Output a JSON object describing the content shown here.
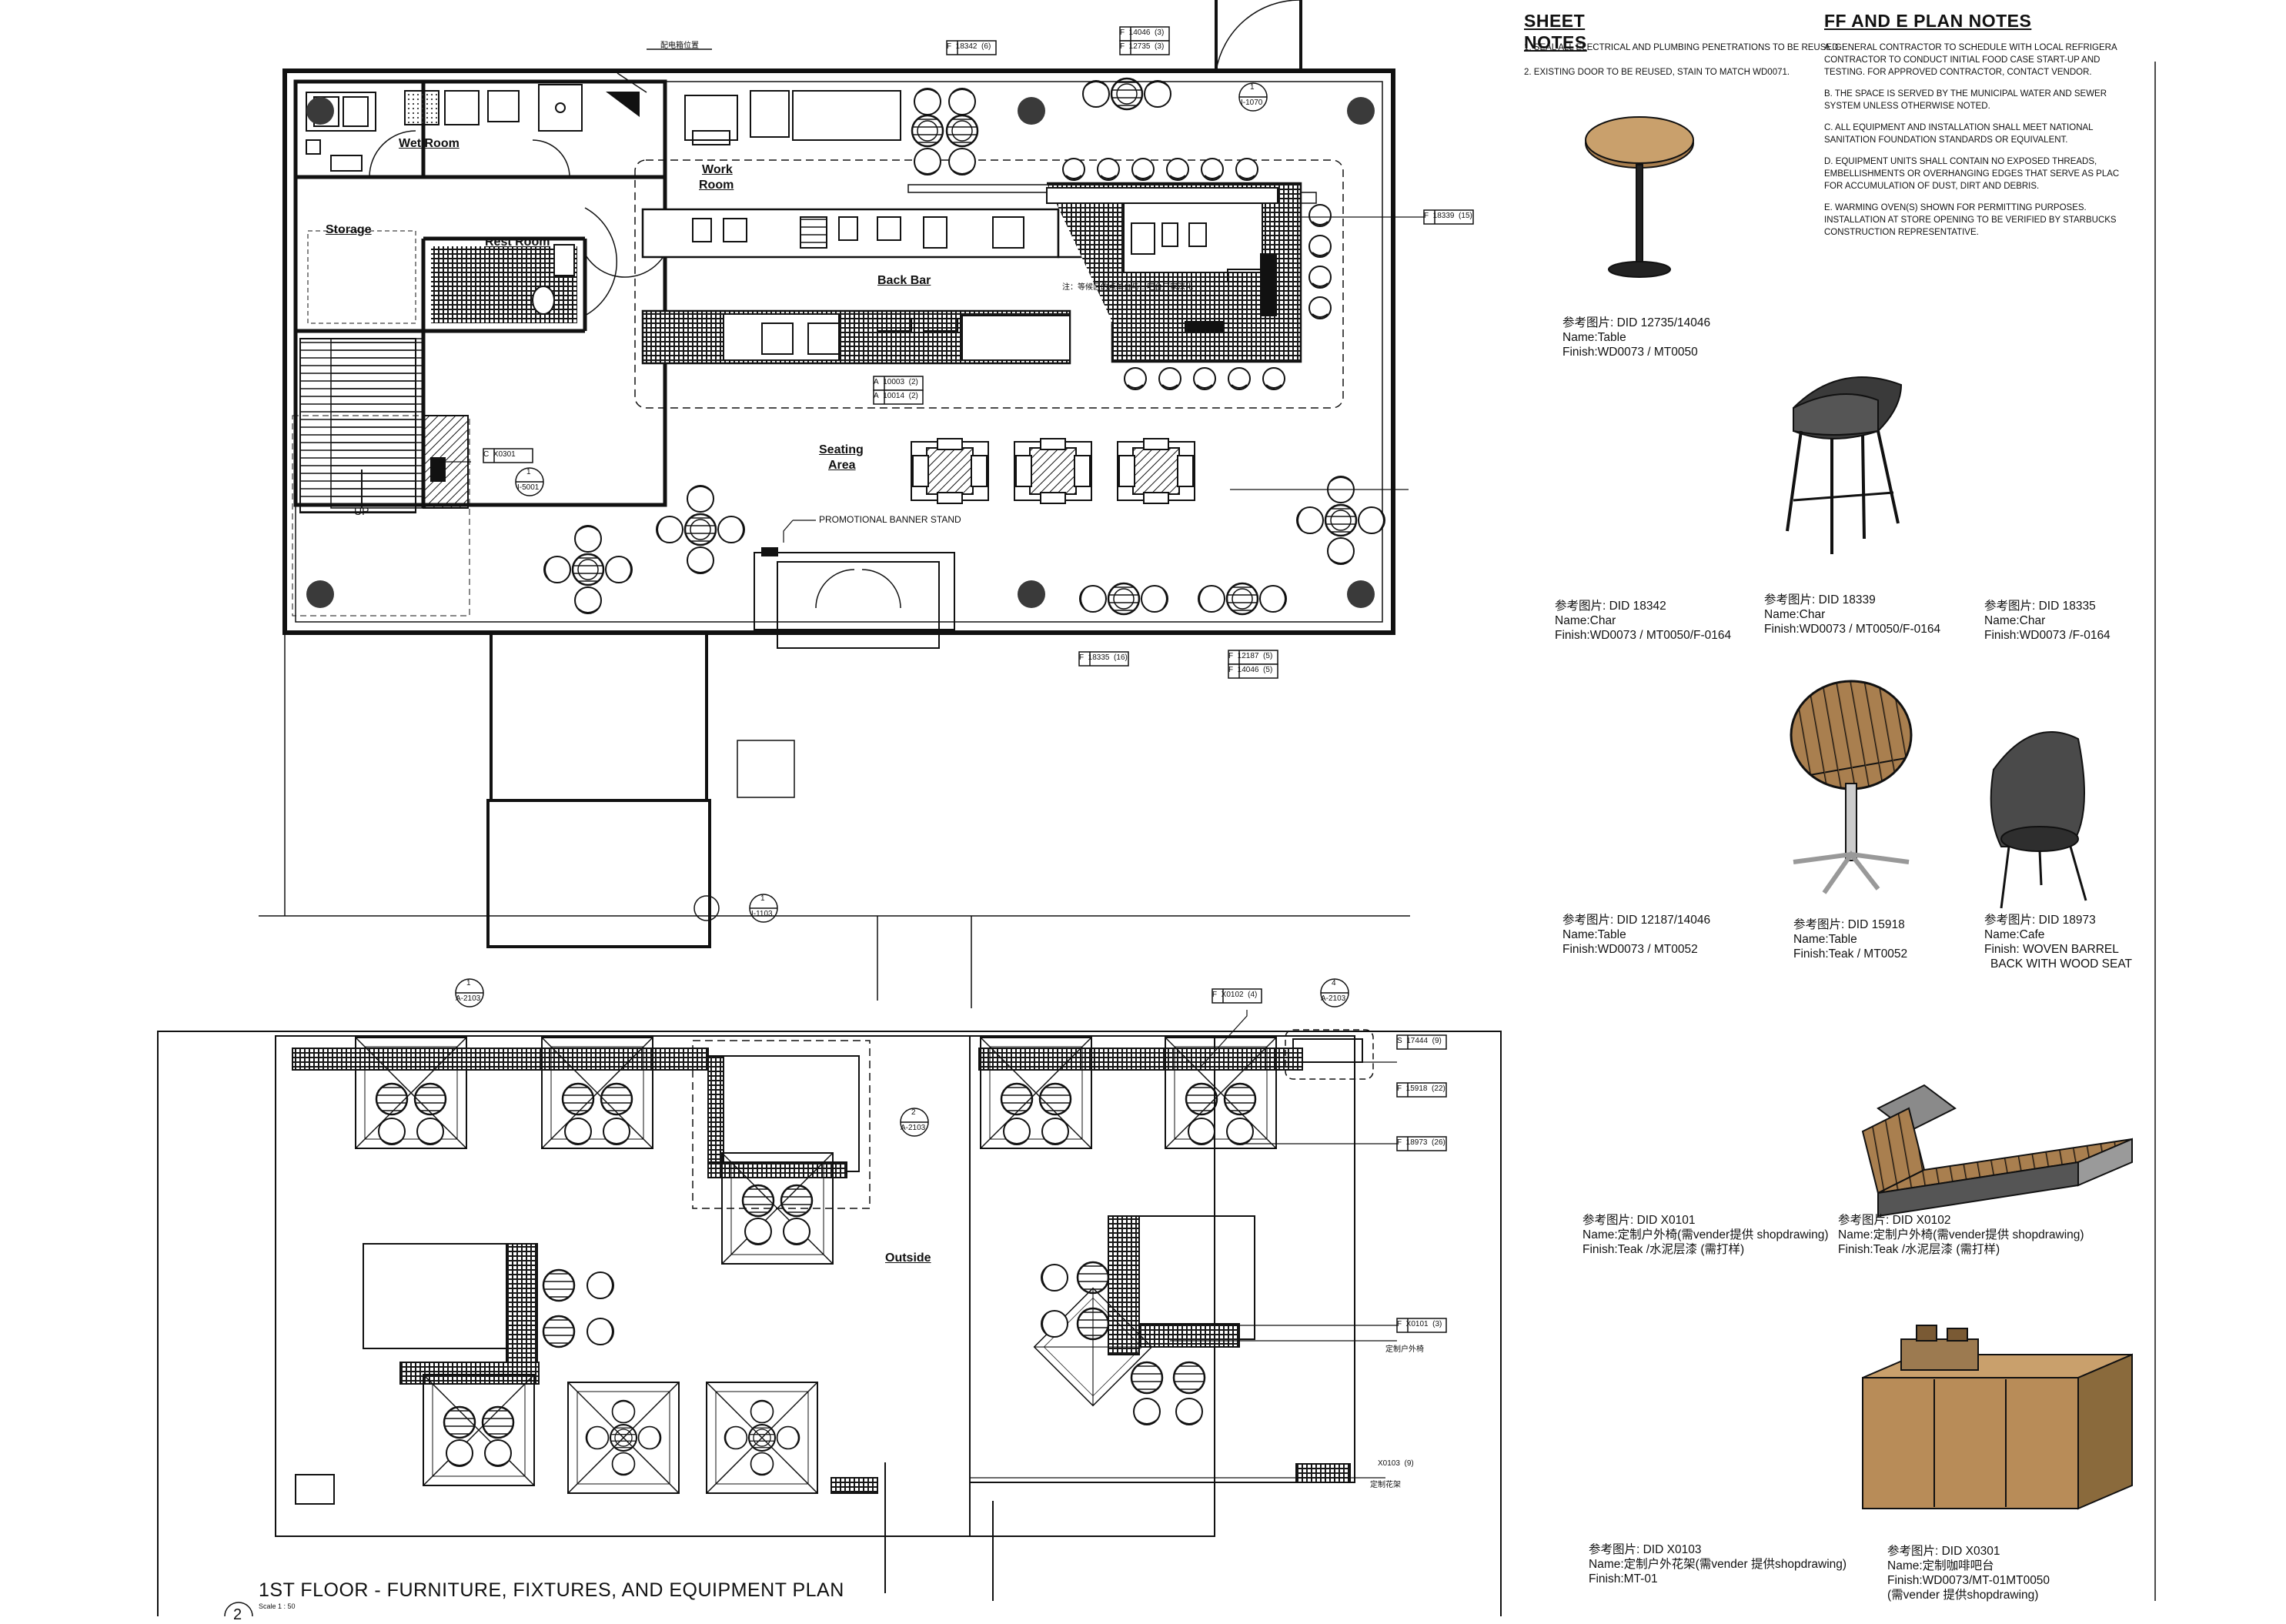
{
  "sheet_notes": {
    "heading_line1": "SHEET",
    "heading_line2": "NOTES",
    "items": [
      "1. SEAL ALL ELECTRICAL AND PLUMBING PENETRATIONS TO BE REUSED.",
      "2. EXISTING DOOR TO BE REUSED, STAIN TO MATCH WD0071."
    ]
  },
  "ffe_notes": {
    "heading": "FF AND E PLAN NOTES",
    "items": [
      [
        "A. GENERAL CONTRACTOR TO SCHEDULE WITH LOCAL REFRIGERA",
        "CONTRACTOR TO CONDUCT INITIAL FOOD CASE START-UP AND",
        "TESTING.  FOR APPROVED CONTRACTOR, CONTACT VENDOR."
      ],
      [
        "B. THE SPACE IS SERVED BY THE MUNICIPAL WATER AND SEWER",
        "SYSTEM UNLESS OTHERWISE NOTED."
      ],
      [
        "C. ALL EQUIPMENT AND INSTALLATION SHALL MEET NATIONAL",
        "SANITATION FOUNDATION STANDARDS OR EQUIVALENT."
      ],
      [
        "D. EQUIPMENT UNITS SHALL CONTAIN NO EXPOSED THREADS,",
        "EMBELLISHMENTS OR OVERHANGING EDGES THAT SERVE AS PLAC",
        "FOR ACCUMULATION OF DUST, DIRT AND DEBRIS."
      ],
      [
        "E. WARMING OVEN(S) SHOWN FOR PERMITTING PURPOSES.",
        "INSTALLATION AT STORE OPENING TO BE VERIFIED BY STARBUCKS",
        "CONSTRUCTION REPRESENTATIVE."
      ]
    ]
  },
  "rooms": {
    "wet_room": "Wet Room",
    "work_room_1": "Work",
    "work_room_2": "Room",
    "storage": "Storage",
    "rest_room": "Rest Room",
    "back_bar": "Back Bar",
    "seating_1": "Seating",
    "seating_2": "Area",
    "outside": "Outside",
    "up": "UP"
  },
  "annotations": {
    "elec_panel": "配电箱位置",
    "back_bar_note": "注：等候区的点单台与…吧台厂家深化",
    "promo": "PROMOTIONAL BANNER STAND",
    "x0101_note": "定制户外椅",
    "x0103_note": "定制花架"
  },
  "tags": {
    "t18342": "18342",
    "t18342q": "(6)",
    "t14046a": "14046",
    "t14046aq": "(3)",
    "t12735": "12735",
    "t12735q": "(3)",
    "t18339": "18339",
    "t18339q": "(15)",
    "t10003": "10003",
    "t10003q": "(2)",
    "t10014": "10014",
    "t10014q": "(2)",
    "tx0301": "X0301",
    "t18335": "18335",
    "t18335q": "(16)",
    "t12187": "12187",
    "t12187q": "(5)",
    "t14046b": "14046",
    "t14046bq": "(5)",
    "tx0102": "X0102",
    "tx0102q": "(4)",
    "t17444": "17444",
    "t17444q": "(9)",
    "t15918": "15918",
    "t15918q": "(22)",
    "t18973": "18973",
    "t18973q": "(26)",
    "tx0101": "X0101",
    "tx0101q": "(3)",
    "tx0103": "X0103",
    "tx0103q": "(9)"
  },
  "section_marks": {
    "m1_num": "1",
    "m1_ref": "I-1070",
    "m2_num": "1",
    "m2_ref": "I-5001",
    "m3_num": "1",
    "m3_ref": "I-1103",
    "m4_num": "1",
    "m4_ref": "A-2103",
    "m5_num": "2",
    "m5_ref": "A-2103",
    "m6_num": "4",
    "m6_ref": "A-2103"
  },
  "furniture_refs": [
    {
      "ref": "参考图片:  DID 12735/14046",
      "name": "Name:Table",
      "finish": "Finish:WD0073 / MT0050"
    },
    {
      "ref": "参考图片:  DID 18342",
      "name": "Name:Char",
      "finish": "Finish:WD0073 / MT0050/F-0164"
    },
    {
      "ref": "参考图片:  DID 18339",
      "name": "Name:Char",
      "finish": "Finish:WD0073 / MT0050/F-0164"
    },
    {
      "ref": "参考图片:  DID 18335",
      "name": "Name:Char",
      "finish": "Finish:WD0073  /F-0164"
    },
    {
      "ref": "参考图片:  DID 12187/14046",
      "name": "Name:Table",
      "finish": "Finish:WD0073 / MT0052"
    },
    {
      "ref": "参考图片:  DID 15918",
      "name": "Name:Table",
      "finish": "Finish:Teak / MT0052"
    },
    {
      "ref": "参考图片:  DID 18973",
      "name": "Name:Cafe",
      "finish": "Finish: WOVEN BARREL",
      "finish2": "BACK WITH WOOD SEAT"
    },
    {
      "ref": "参考图片:  DID X0101",
      "name": "Name:定制户外椅(需vender提供 shopdrawing)",
      "finish": "Finish:Teak /水泥层漆 (需打样)"
    },
    {
      "ref": "参考图片:  DID X0102",
      "name": "Name:定制户外椅(需vender提供 shopdrawing)",
      "finish": "Finish:Teak /水泥层漆 (需打样)"
    },
    {
      "ref": "参考图片:  DID X0103",
      "name": "Name:定制户外花架(需vender 提供shopdrawing)",
      "finish": "Finish:MT-01"
    },
    {
      "ref": "参考图片:  DID X0301",
      "name": "Name:定制咖啡吧台",
      "finish": "Finish:WD0073/MT-01MT0050",
      "finish2": "(需vender 提供shopdrawing)"
    }
  ],
  "drawing_title": {
    "number": "2",
    "title": "1ST FLOOR - FURNITURE, FIXTURES, AND EQUIPMENT PLAN",
    "scale": "Scale  1 : 50"
  },
  "colors": {
    "line": "#111111",
    "wood": "#a97f4f",
    "wood_dark": "#6e4e2c",
    "seat": "#3a3a3a",
    "concrete": "#808080"
  }
}
